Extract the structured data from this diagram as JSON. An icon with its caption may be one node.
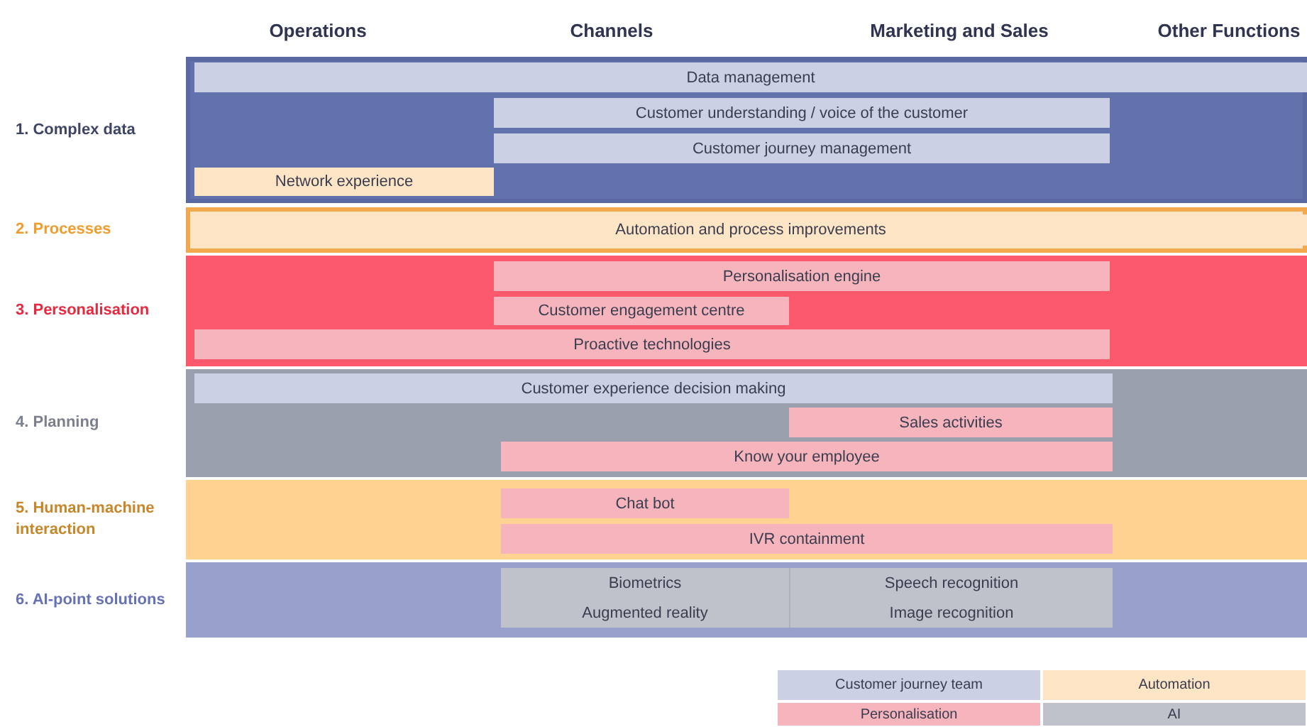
{
  "diagram": {
    "nodes": [
      {
        "text": [
          "1. Complex data"
        ]
      },
      {
        "text": [
          "Data management"
        ],
        "in": 0
      },
      {
        "text": [
          "Customer understanding / voice of the customer"
        ],
        "in": 0
      },
      {
        "text": [
          "Customer journey management"
        ],
        "in": 0
      },
      {
        "text": [
          "Network experience"
        ],
        "in": 0
      },
      {
        "text": [
          "2. Processes"
        ]
      },
      {
        "text": [
          "Automation and process improvements"
        ],
        "in": 5
      },
      {
        "text": [
          "3. Personalisation"
        ]
      },
      {
        "text": [
          "Personalisation engine"
        ],
        "in": 7
      },
      {
        "text": [
          "Customer engagement centre"
        ],
        "in": 7
      },
      {
        "text": [
          "Proactive technologies"
        ],
        "in": 7
      },
      {
        "text": [
          "4. Planning"
        ]
      },
      {
        "text": [
          "Customer experience decision making"
        ],
        "in": 11
      },
      {
        "text": [
          "Sales activities"
        ],
        "in": 11
      },
      {
        "text": [
          "Know your employee"
        ],
        "in": 11
      },
      {
        "text": [
          "5. Human-machine interaction"
        ]
      },
      {
        "text": [
          "Chat bot"
        ],
        "in": 15
      },
      {
        "text": [
          "IVR containment"
        ],
        "in": 15
      },
      {
        "text": [
          "6. AI-point solutions"
        ]
      },
      {
        "text": [
          "Biometrics"
        ],
        "in": 18
      },
      {
        "text": [
          "Speech recognition"
        ],
        "in": 18
      },
      {
        "text": [
          "Augmented reality"
        ],
        "in": 18
      },
      {
        "text": [
          "Image recognition"
        ],
        "in": 18
      }
    ],
    "labels": [
      "Operations",
      "Channels",
      "Marketing and Sales",
      "Other Functions"
    ],
    "legend": [
      {
        "text": "Customer journey team",
        "color": "#cbd0e4"
      },
      {
        "text": "Automation",
        "color": "#fde5c5"
      },
      {
        "text": "Personalisation",
        "color": "#f6b5bd"
      },
      {
        "text": "AI",
        "color": "#bfc1cb"
      }
    ]
  }
}
